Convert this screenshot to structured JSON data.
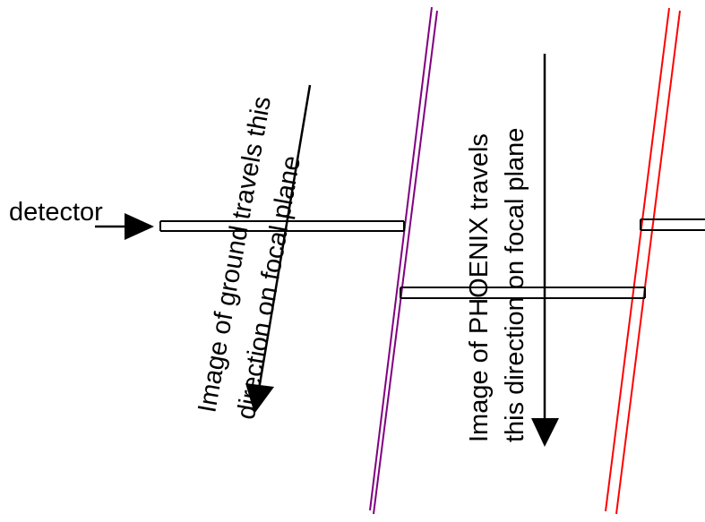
{
  "labels": {
    "detector": "detector",
    "ground_line1": "Image of ground travels this",
    "ground_line2": "direction on focal plane",
    "phoenix_line1": "Image of PHOENIX travels",
    "phoenix_line2": "this direction on focal plane"
  },
  "colors": {
    "background": "#ffffff",
    "detector": "#000000",
    "arrows": "#000000",
    "boundary_left": "#800080",
    "boundary_right": "#ff0000"
  }
}
